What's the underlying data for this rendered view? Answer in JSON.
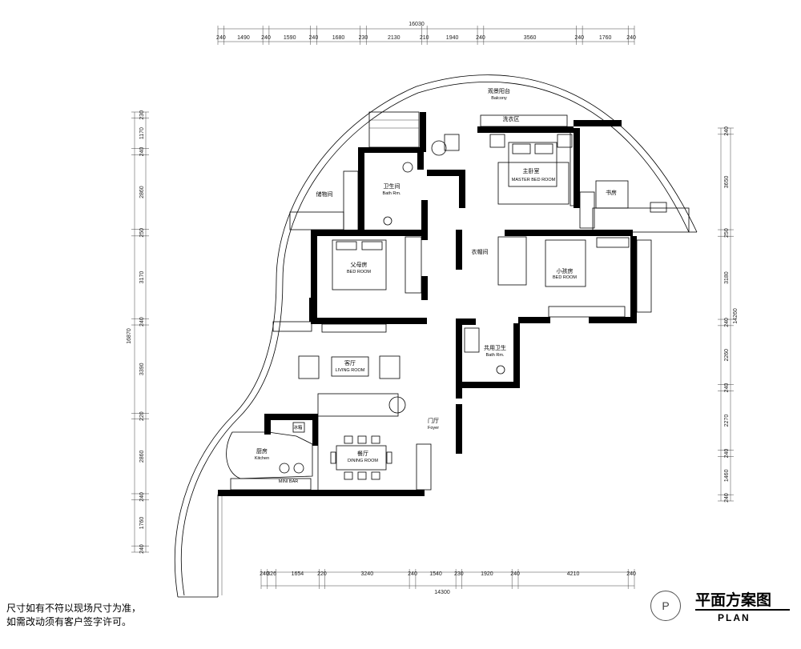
{
  "dimensions": {
    "top_total": "16030",
    "top": [
      "240",
      "1490",
      "240",
      "1590",
      "240",
      "1680",
      "230",
      "2130",
      "210",
      "1940",
      "240",
      "3560",
      "240",
      "1760",
      "240"
    ],
    "bottom_total": "14300",
    "bottom": [
      "240",
      "326",
      "1654",
      "220",
      "3240",
      "240",
      "1540",
      "230",
      "1920",
      "240",
      "4210",
      "240"
    ],
    "left_total": "16870",
    "left": [
      "230",
      "1170",
      "240",
      "2860",
      "250",
      "3170",
      "240",
      "3390",
      "220",
      "2860",
      "240",
      "1760",
      "240"
    ],
    "right_total": "14260",
    "right": [
      "240",
      "3650",
      "250",
      "3180",
      "240",
      "2260",
      "240",
      "2270",
      "240",
      "1460",
      "240"
    ]
  },
  "rooms": {
    "balcony_cn": "观景阳台",
    "balcony_en": "Balcony",
    "storage_cn": "储物间",
    "bath1_cn": "卫生间",
    "bath1_en": "Bath Rm.",
    "master_cn": "主卧室",
    "master_en": "MASTER BED ROOM",
    "study_cn": "书房",
    "parents_cn": "父母房",
    "parents_en": "BED ROOM",
    "child_cn": "小孩房",
    "child_en": "BED ROOM",
    "closet_cn": "衣帽间",
    "living_cn": "客厅",
    "living_en": "LIVING ROOM",
    "public_bath_cn": "共用卫生",
    "public_bath_en": "Bath Rm.",
    "foyer_cn": "门厅",
    "foyer_en": "Foyer",
    "kitchen_cn": "厨房",
    "kitchen_en": "Kitchen",
    "dining_cn": "餐厅",
    "dining_en": "DINING ROOM",
    "minibar": "MINI BAR",
    "fridge": "冰箱",
    "washer": "洗衣区"
  },
  "notes": {
    "line1": "尺寸如有不符以现场尺寸为准，",
    "line2": "如需改动须有客户签字许可。"
  },
  "title": {
    "cn": "平面方案图",
    "en": "PLAN",
    "north": "P"
  }
}
